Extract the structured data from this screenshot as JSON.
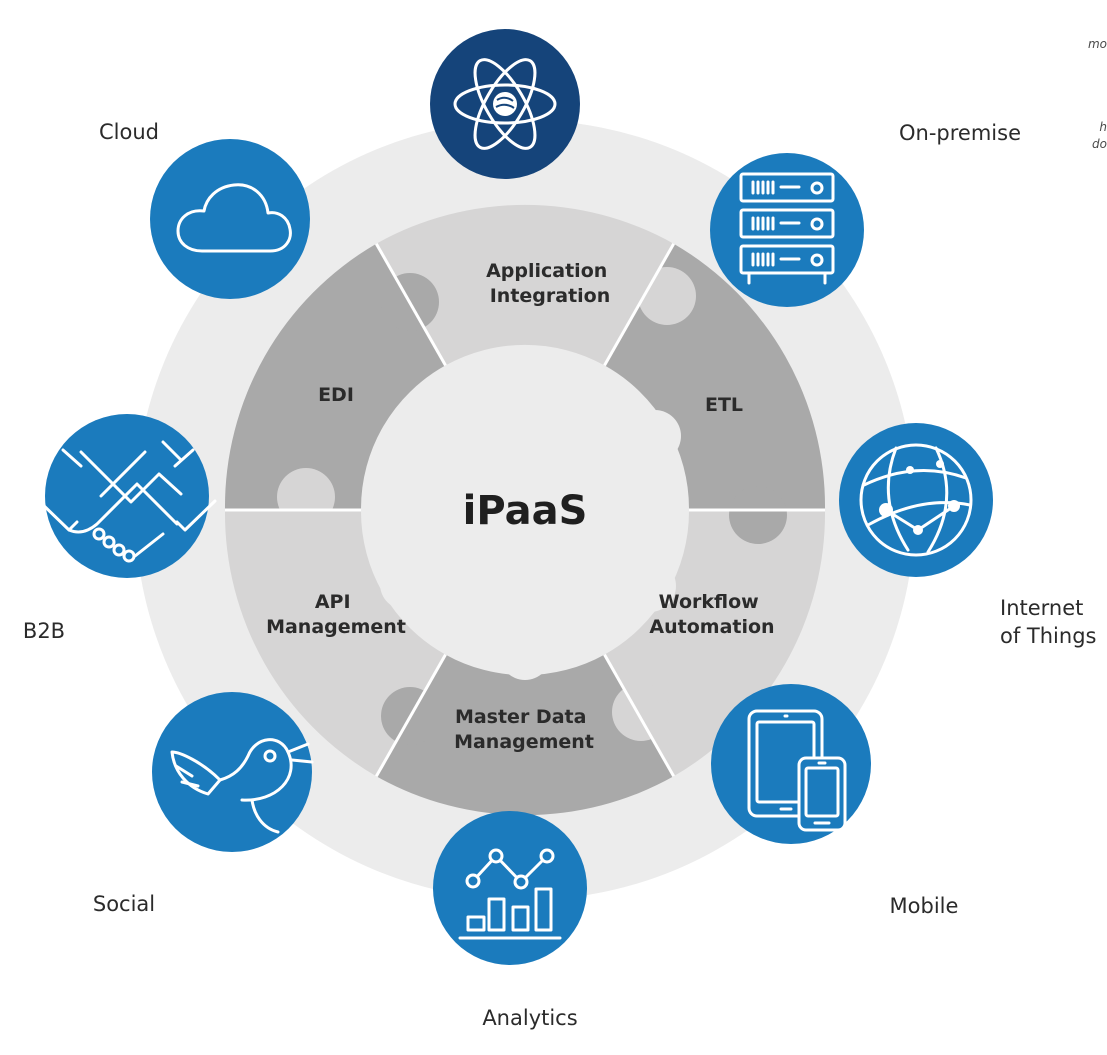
{
  "center": {
    "label": "iPaaS"
  },
  "pieces": [
    {
      "id": "application-integration",
      "lines": [
        "Application",
        "Integration"
      ]
    },
    {
      "id": "etl",
      "lines": [
        "ETL"
      ]
    },
    {
      "id": "workflow-automation",
      "lines": [
        "Workflow",
        "Automation"
      ]
    },
    {
      "id": "master-data-management",
      "lines": [
        "Master Data",
        "Management"
      ]
    },
    {
      "id": "api-management",
      "lines": [
        "API",
        "Management"
      ]
    },
    {
      "id": "edi",
      "lines": [
        "EDI"
      ]
    }
  ],
  "nodes": [
    {
      "id": "application",
      "icon": "atom-icon",
      "lines": []
    },
    {
      "id": "on-premise",
      "icon": "server-rack-icon",
      "lines": [
        "On-premise"
      ]
    },
    {
      "id": "internet-of-things",
      "icon": "network-globe-icon",
      "lines": [
        "Internet",
        "of Things"
      ]
    },
    {
      "id": "mobile",
      "icon": "tablet-phone-icon",
      "lines": [
        "Mobile"
      ]
    },
    {
      "id": "analytics",
      "icon": "bar-line-chart-icon",
      "lines": [
        "Analytics"
      ]
    },
    {
      "id": "social",
      "icon": "bird-icon",
      "lines": [
        "Social"
      ]
    },
    {
      "id": "b2b",
      "icon": "handshake-icon",
      "lines": [
        "B2B"
      ]
    },
    {
      "id": "cloud",
      "icon": "cloud-icon",
      "lines": [
        "Cloud"
      ]
    }
  ],
  "corner_fragments": [
    "mo",
    "h",
    "do"
  ],
  "colors": {
    "node_blue": "#1b7bbd",
    "node_dark_blue": "#15447a",
    "ring_gray": "#ececec",
    "piece_dark": "#a9a9a9",
    "piece_light": "#d6d5d5",
    "core": "#ececec",
    "separator": "#ffffff"
  }
}
